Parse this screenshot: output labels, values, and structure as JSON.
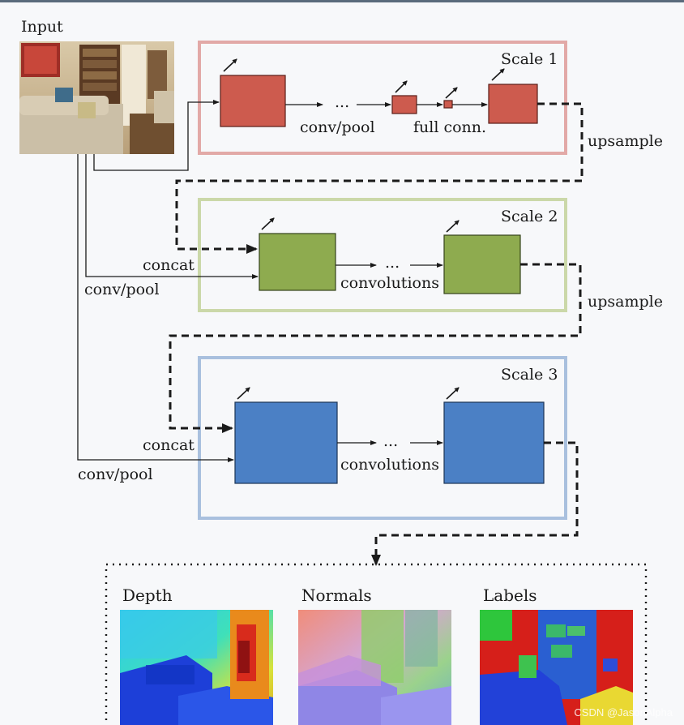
{
  "input_label": "Input",
  "scales": [
    {
      "title": "Scale 1",
      "edge_color": "#e2a9a7",
      "block_color": "#cd5b4e"
    },
    {
      "title": "Scale 2",
      "edge_color": "#cbd8a9",
      "block_color": "#8eab4f"
    },
    {
      "title": "Scale 3",
      "edge_color": "#a9c0de",
      "block_color": "#4b80c5"
    }
  ],
  "labels": {
    "conv_pool": "conv/pool",
    "full_conn": "full conn.",
    "convolutions": "convolutions",
    "concat": "concat",
    "upsample": "upsample",
    "ellipsis": "..."
  },
  "outputs": [
    {
      "title": "Depth"
    },
    {
      "title": "Normals"
    },
    {
      "title": "Labels"
    }
  ],
  "watermark": "CSDN @JasonAlpha"
}
